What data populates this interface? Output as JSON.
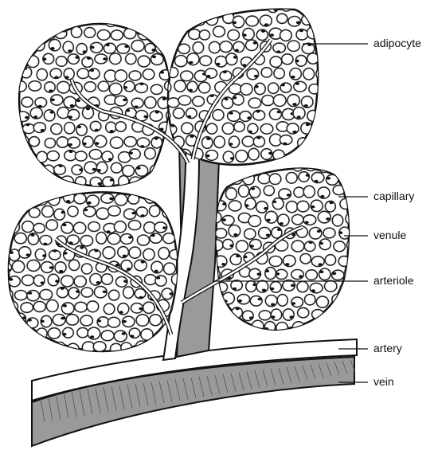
{
  "labels": {
    "adipocyte": "adipocyte",
    "capillary": "capillary",
    "venule": "venule",
    "arteriole": "arteriole",
    "artery": "artery",
    "vein": "vein"
  },
  "colors": {
    "ink": "#111111",
    "tissue_shade": "#8a8a8a",
    "vein_shade": "#9a9a9a",
    "background": "#ffffff"
  }
}
